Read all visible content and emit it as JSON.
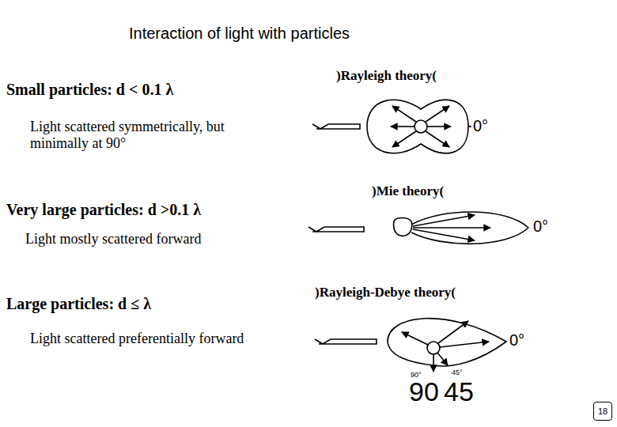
{
  "diagram": {
    "title": "Interaction of light with particles",
    "nodes": [
      {
        "text": [
          "18"
        ]
      }
    ],
    "labels": [
      "Small particles: d < 0.1 λ",
      ")Rayleigh theory(",
      "Light scattered symmetrically, but minimally at 90°",
      "0°",
      "Very large particles: d >0.1 λ",
      ")Mie theory(",
      "Light mostly scattered forward",
      "0°",
      "Large particles: d ≤ λ",
      ")Rayleigh-Debye theory(",
      "Light scattered preferentially forward",
      "0°",
      "90°",
      "45°",
      "90",
      "45"
    ]
  }
}
